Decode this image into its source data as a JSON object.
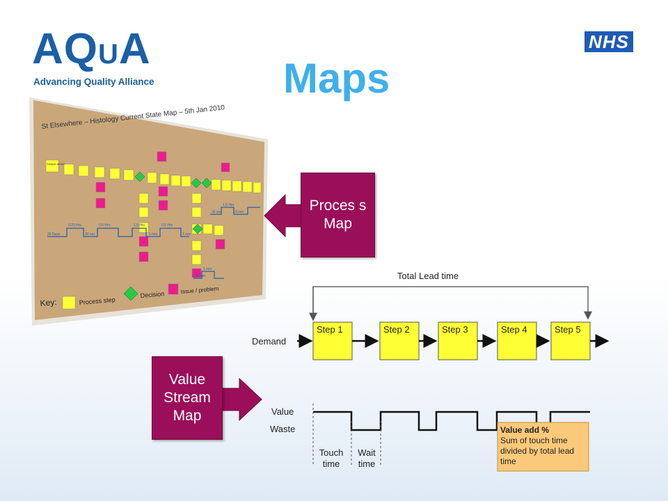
{
  "logo": {
    "a1": "AQ",
    "u": "U",
    "a2": "A",
    "tagline": "Advancing Quality Alliance"
  },
  "nhs": "NHS",
  "title": "Maps",
  "board": {
    "heading": "St Elsewhere – Histology Current State Map – 5th Jan 2010",
    "first_note": "Sample arrives",
    "key_label": "Key:",
    "key_process": "Process step",
    "key_decision": "Decision",
    "key_issue": "Issue / problem",
    "timeline_labels": [
      "20 Days",
      "0.25 Hrs",
      "30 sec",
      "0.5 Hrs",
      "1.5 Hrs",
      "0.5 Hrs",
      "1 min",
      "1 min",
      "30 sec",
      "1.5 Hrs",
      "6 min",
      "30 min",
      "1 min"
    ]
  },
  "callouts": {
    "process_map": "Proces s Map",
    "value_stream_map": "Value Stream Map"
  },
  "flow": {
    "total_lead_time": "Total Lead time",
    "demand": "Demand",
    "steps": [
      "Step 1",
      "Step 2",
      "Step 3",
      "Step 4",
      "Step 5"
    ]
  },
  "timeline": {
    "value_label": "Value",
    "waste_label": "Waste",
    "touch_time": [
      "Touch",
      "time"
    ],
    "wait_time": [
      "Wait",
      "time"
    ]
  },
  "value_add_note": {
    "title": "Value add %",
    "lines": [
      "Sum of touch time",
      "divided by total lead",
      "time"
    ]
  },
  "colors": {
    "step_fill": "#ffff33",
    "callout": "#9b0f5a",
    "title": "#3fb0ea",
    "logo": "#1b5fa6",
    "note_fill": "#fbc97a"
  }
}
